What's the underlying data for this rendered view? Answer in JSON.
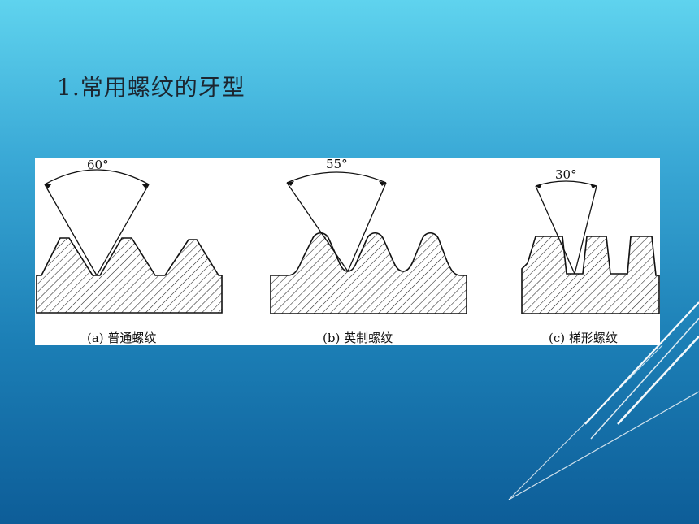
{
  "slide": {
    "title": "1.常用螺纹的牙型"
  },
  "figure": {
    "panels": [
      {
        "angle": "60°",
        "caption": "(a) 普通螺纹"
      },
      {
        "angle": "55°",
        "caption": "(b) 英制螺纹"
      },
      {
        "angle": "30°",
        "caption": "(c) 梯形螺纹"
      }
    ]
  },
  "colors": {
    "background_top": "#5fd3ee",
    "background_bottom": "#0d5d98",
    "title_text": "#1c2630",
    "decoration_lines": "#ffffff"
  }
}
